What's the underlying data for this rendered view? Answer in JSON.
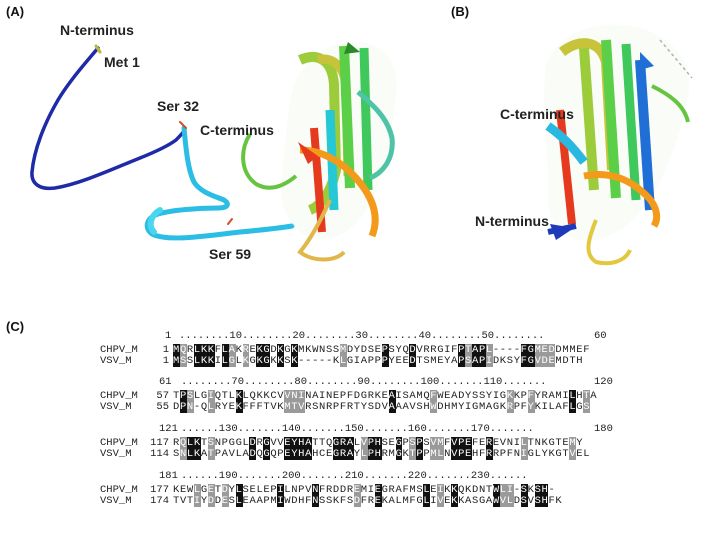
{
  "panels": {
    "a_label": "(A)",
    "b_label": "(B)",
    "c_label": "(C)"
  },
  "structure_a": {
    "n_terminus": "N-terminus",
    "met1": "Met 1",
    "ser32": "Ser 32",
    "c_terminus": "C-terminus",
    "ser59": "Ser 59"
  },
  "structure_b": {
    "c_terminus": "C-terminus",
    "n_terminus": "N-terminus"
  },
  "alignment": {
    "blocks": [
      {
        "ruler_start": "1",
        "ruler_dots": "........10........20........30........40........50........",
        "ruler_end": "60",
        "rows": [
          {
            "name": "CHPV_M",
            "start": "1",
            "seq": "MQRLKKFLAKREKGDKGKMKWNSSMDYDSEPSYQDVRRGIFPTAPL----FGMEDDMMEF"
          },
          {
            "name": "VSV_M",
            "start": "1",
            "seq": "MSSLKKILGLKGKGKKSK-----KLGIAPPPYEEDTSMEYAPSAPIDKSYFGVDEMDTH"
          }
        ]
      },
      {
        "ruler_start": "61",
        "ruler_dots": "........70........80........90........100.......110.......",
        "ruler_end": "120",
        "rows": [
          {
            "name": "CHPV_M",
            "start": "57",
            "seq": "TPSLGIQTLKLQKKCVVNINAINEPFDGRKEAISAMQFWEADYSSYIGKKPFYRAMILHTA"
          },
          {
            "name": "VSV_M",
            "start": "55",
            "seq": "DPN-QLRYEKFFFTVKMTVRSNRPFRTYSDVAAAVSHWDHMYIGMAGKRPFYKILAFLGS"
          }
        ]
      },
      {
        "ruler_start": "121",
        "ruler_dots": "......130.......140.......150.......160.......170.......",
        "ruler_end": "180",
        "rows": [
          {
            "name": "CHPV_M",
            "start": "117",
            "seq": "RQLKTSNPGGLDRGVVEYHATTQGRALVPHSEGPSPSVMFVPEFEREVNILTNKGTEMY"
          },
          {
            "name": "VSV_M",
            "start": "114",
            "seq": "SNLKATPAVLADQGQPEYHAHCEGRAYLPHRMGKTPPMLNVPEHFRRPFNIGLYKGTVEL"
          }
        ]
      },
      {
        "ruler_start": "181",
        "ruler_dots": "......190.......200.......210.......220.......230......",
        "ruler_end": "",
        "rows": [
          {
            "name": "CHPV_M",
            "start": "177",
            "seq": "KEWLGETDYLSELEPILNPVNFRDDREMIEGRAFMSLEIKKQKDNTWLI-SKSH-"
          },
          {
            "name": "VSV_M",
            "start": "174",
            "seq": "TVTIYDDESLEAAPMIWDHFNSSKFSDFREKALMFGLIVEKKASGAWVLDSVSHFK"
          }
        ]
      }
    ]
  },
  "colors": {
    "identical": "#111111",
    "similar": "#9a9a9a"
  }
}
